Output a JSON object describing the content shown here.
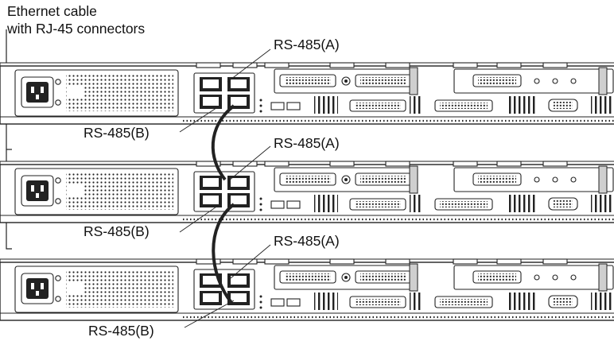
{
  "caption": {
    "line1": "Ethernet cable",
    "line2": "with RJ-45 connectors"
  },
  "units": [
    {
      "port_a_label": "RS-485(A)",
      "port_b_label": "RS-485(B)"
    },
    {
      "port_a_label": "RS-485(A)",
      "port_b_label": "RS-485(B)"
    },
    {
      "port_a_label": "RS-485(A)",
      "port_b_label": "RS-485(B)"
    }
  ]
}
